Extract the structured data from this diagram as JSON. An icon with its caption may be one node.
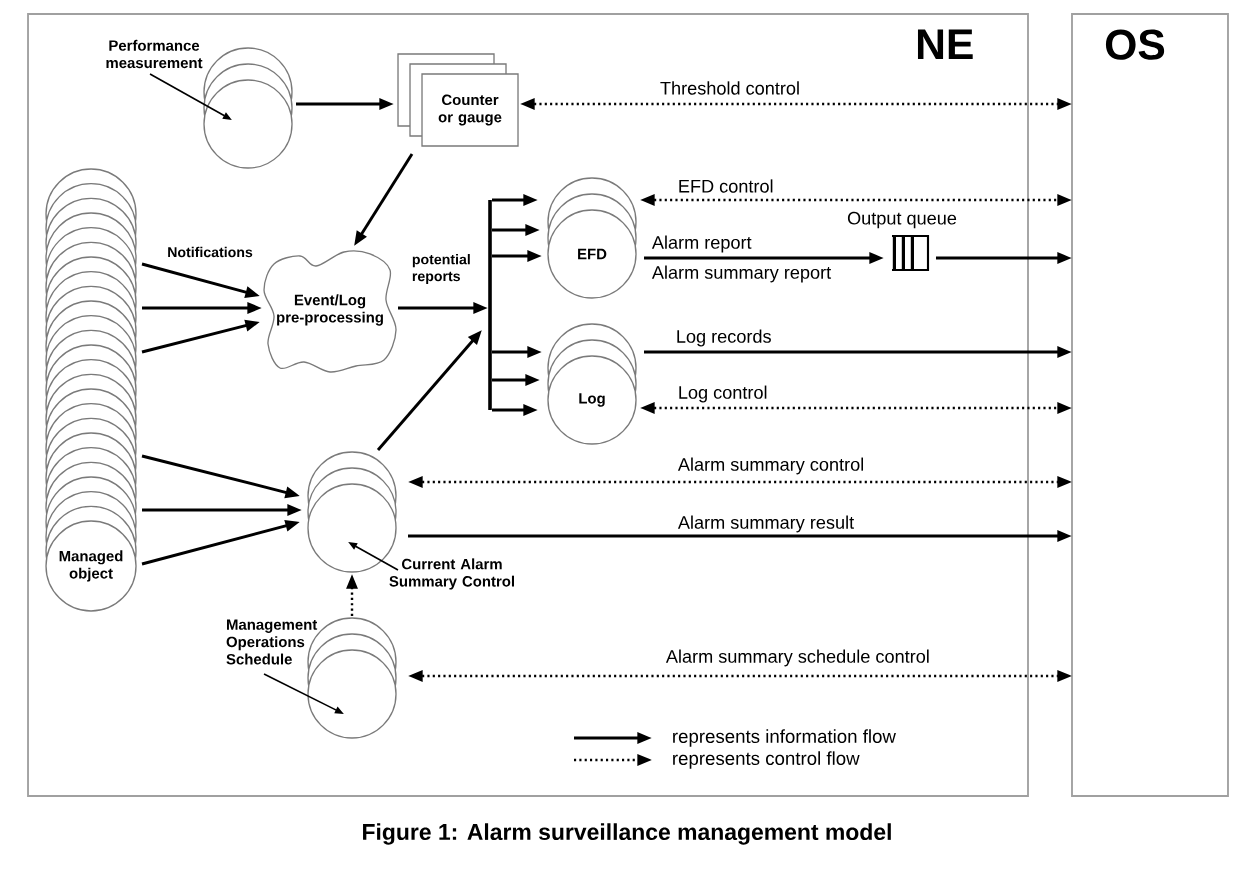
{
  "diagram": {
    "caption": "Figure 1: Alarm surveillance management model",
    "nodes": [
      {
        "text": [
          "NE"
        ]
      },
      {
        "text": [
          "OS"
        ]
      },
      {
        "text": [
          "Performance measurement"
        ],
        "in": 0
      },
      {
        "text": [],
        "shape": "circle",
        "in": 0
      },
      {
        "text": [
          "Counter or gauge"
        ],
        "in": 0
      },
      {
        "text": [
          "Managed object"
        ],
        "in": 0
      },
      {
        "text": [
          "Event/Log pre-processing"
        ],
        "in": 0
      },
      {
        "text": [],
        "shape": "bar",
        "in": 0
      },
      {
        "text": [
          "EFD"
        ],
        "in": 0
      },
      {
        "text": [
          "Output queue"
        ],
        "in": 0
      },
      {
        "text": [
          "Log"
        ],
        "in": 0
      },
      {
        "text": [],
        "shape": "circle",
        "in": 0
      },
      {
        "text": [
          "Current Alarm Summary Control"
        ],
        "in": 0
      },
      {
        "text": [
          "Management Operations Schedule"
        ],
        "in": 0
      },
      {
        "text": [],
        "shape": "circle",
        "in": 0
      }
    ],
    "edges": [
      {
        "from": 2,
        "to": 3,
        "arrow": "to"
      },
      {
        "from": 3,
        "to": 4,
        "arrow": "to"
      },
      {
        "from": 4,
        "to": 6,
        "arrow": "to"
      },
      {
        "from": 5,
        "to": 6,
        "arrow": "to",
        "label": "Notifications"
      },
      {
        "from": 5,
        "to": 6,
        "arrow": "to"
      },
      {
        "from": 5,
        "to": 6,
        "arrow": "to"
      },
      {
        "from": 6,
        "to": 7,
        "arrow": "to",
        "label": "potential reports"
      },
      {
        "from": 11,
        "to": 7,
        "arrow": "to"
      },
      {
        "from": 7,
        "to": 8,
        "arrow": "to"
      },
      {
        "from": 7,
        "to": 8,
        "arrow": "to"
      },
      {
        "from": 7,
        "to": 8,
        "arrow": "to"
      },
      {
        "from": 7,
        "to": 10,
        "arrow": "to"
      },
      {
        "from": 7,
        "to": 10,
        "arrow": "to"
      },
      {
        "from": 7,
        "to": 10,
        "arrow": "to"
      },
      {
        "from": 4,
        "to": 1,
        "arrow": "both",
        "style": "dashed",
        "label": "Threshold control"
      },
      {
        "from": 8,
        "to": 1,
        "arrow": "both",
        "style": "dashed",
        "label": "EFD control"
      },
      {
        "from": 8,
        "to": 9,
        "arrow": "to",
        "label": "Alarm report"
      },
      {
        "from": 9,
        "to": 1,
        "arrow": "to"
      },
      {
        "from": 10,
        "to": 1,
        "arrow": "to",
        "label": "Log records"
      },
      {
        "from": 10,
        "to": 1,
        "arrow": "both",
        "style": "dashed",
        "label": "Log control"
      },
      {
        "from": 5,
        "to": 11,
        "arrow": "to"
      },
      {
        "from": 5,
        "to": 11,
        "arrow": "to"
      },
      {
        "from": 5,
        "to": 11,
        "arrow": "to"
      },
      {
        "from": 11,
        "to": 1,
        "arrow": "both",
        "style": "dashed",
        "label": "Alarm summary control"
      },
      {
        "from": 11,
        "to": 1,
        "arrow": "to",
        "label": "Alarm summary result"
      },
      {
        "from": 12,
        "to": 11,
        "arrow": "to"
      },
      {
        "from": 14,
        "to": 11,
        "arrow": "to",
        "style": "dashed"
      },
      {
        "from": 13,
        "to": 14,
        "arrow": "to"
      },
      {
        "from": 14,
        "to": 1,
        "arrow": "both",
        "style": "dashed",
        "label": "Alarm summary schedule control"
      }
    ],
    "labels": [
      "Alarm summary report"
    ],
    "legend": [
      {
        "text": "represents information flow"
      },
      {
        "text": "represents control flow"
      }
    ]
  }
}
